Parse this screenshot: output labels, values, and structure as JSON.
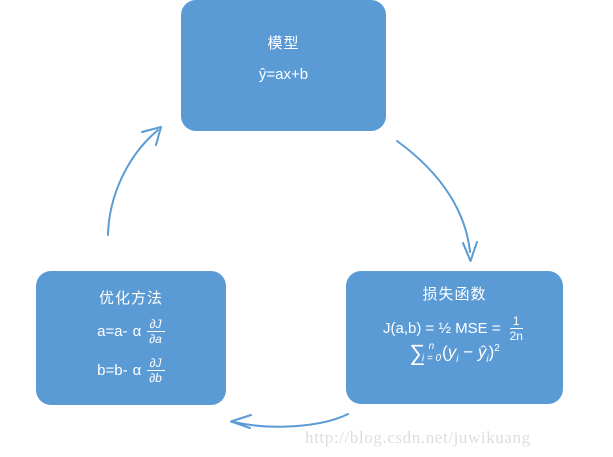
{
  "diagram": {
    "title": "machine-learning-training-cycle",
    "accent_color": "#5B9BD5",
    "arrow_color": "#5B9BD5",
    "text_color": "#FFFFFF",
    "background_color": "#FFFFFF"
  },
  "nodes": {
    "model": {
      "title": "模型",
      "formula": "ŷ=ax+b"
    },
    "loss": {
      "title": "损失函数",
      "formula_prefix": "J(a,b) = ½ MSE =",
      "fraction_numerator": "1",
      "fraction_denominator": "2n",
      "sum_symbol": "∑",
      "sum_lower": "i = 0",
      "sum_upper": "n",
      "sum_body_open": "(",
      "sum_term_y": "y",
      "sum_term_y_sub": "i",
      "sum_minus": "−",
      "sum_term_yhat": "ŷ",
      "sum_term_yhat_sub": "i",
      "sum_body_close": ")",
      "sum_power": "2"
    },
    "optimizer": {
      "title": "优化方法",
      "line1_lhs": "a=a-",
      "line1_alpha": "α",
      "line1_num": "∂J",
      "line1_den": "∂a",
      "line2_lhs": "b=b-",
      "line2_alpha": "α",
      "line2_num": "∂J",
      "line2_den": "∂b"
    }
  },
  "arrows": [
    {
      "name": "model-to-loss",
      "from": "model",
      "to": "loss"
    },
    {
      "name": "loss-to-optimizer",
      "from": "loss",
      "to": "optimizer"
    },
    {
      "name": "optimizer-to-model",
      "from": "optimizer",
      "to": "model"
    }
  ],
  "watermark": {
    "text": "http://blog.csdn.net/juwikuang"
  }
}
